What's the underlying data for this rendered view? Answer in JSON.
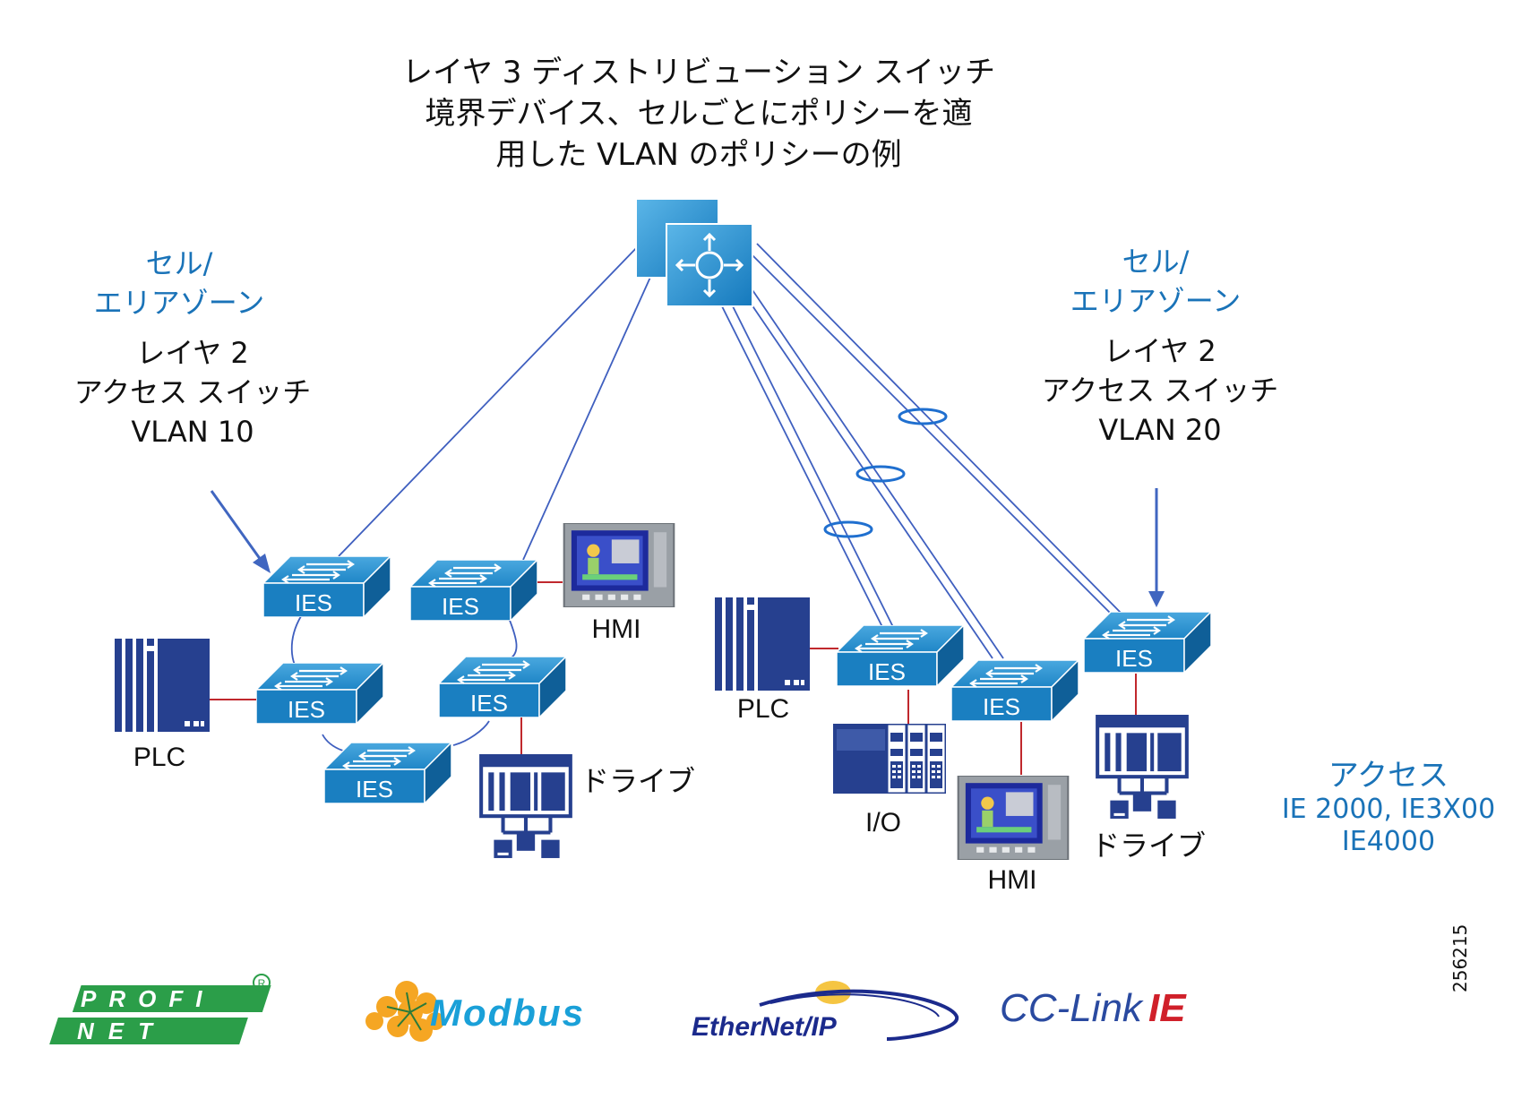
{
  "title": {
    "line1": "レイヤ 3 ディストリビューション スイッチ",
    "line2": "境界デバイス、セルごとにポリシーを適",
    "line3": "用した VLAN のポリシーの例"
  },
  "left_zone": {
    "zone_line1": "セル/",
    "zone_line2": "エリアゾーン",
    "switch_line1": "レイヤ 2",
    "switch_line2": "アクセス スイッチ",
    "switch_line3": "VLAN 10"
  },
  "right_zone": {
    "zone_line1": "セル/",
    "zone_line2": "エリアゾーン",
    "switch_line1": "レイヤ 2",
    "switch_line2": "アクセス スイッチ",
    "switch_line3": "VLAN 20"
  },
  "switch_label": "IES",
  "devices": {
    "hmi_left": "HMI",
    "plc_left": "PLC",
    "drive_left": "ドライブ",
    "plc_right": "PLC",
    "io": "I/O",
    "hmi_right": "HMI",
    "drive_right": "ドライブ"
  },
  "access": {
    "line1": "アクセス",
    "line2": "IE 2000, IE3X00",
    "line3": "IE4000"
  },
  "logos": {
    "profinet_top": "PROFI",
    "profinet_bottom": "NET",
    "modbus": "Modbus",
    "ethernetip": "EtherNet/IP",
    "cclink_a": "CC-Link",
    "cclink_b": "IE"
  },
  "figure_id": "256215",
  "colors": {
    "switch_face": "#1a7fc1",
    "link_blue": "#3f5fbf",
    "device_red": "#c0282d",
    "device_navy": "#26408f",
    "text_blue": "#1a73b8"
  }
}
